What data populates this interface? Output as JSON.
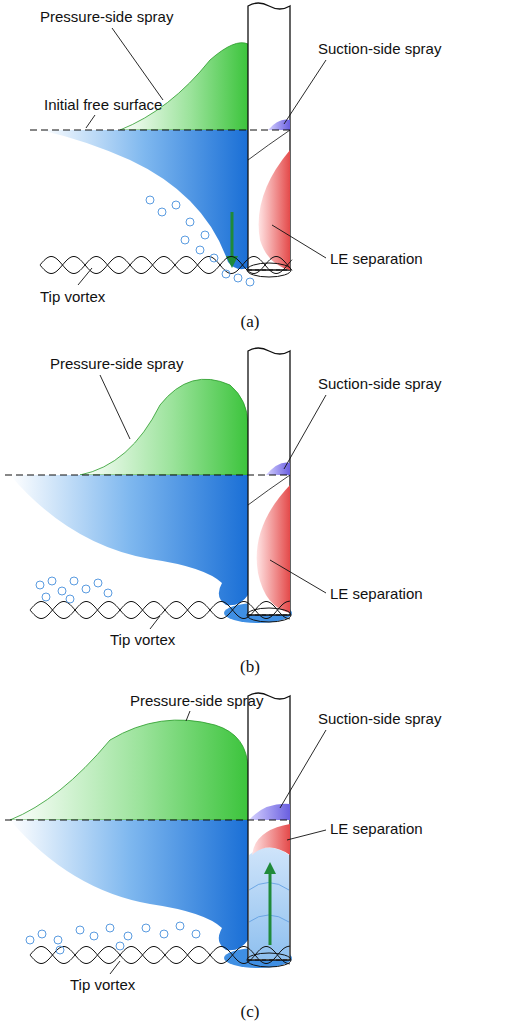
{
  "diagram": {
    "labels": [
      "Pressure-side spray",
      "Initial free surface",
      "Suction-side spray",
      "LE separation",
      "Tip vortex",
      "(a)",
      "Pressure-side spray",
      "Suction-side spray",
      "LE separation",
      "Tip vortex",
      "(b)",
      "Pressure-side spray",
      "Suction-side spray",
      "LE separation",
      "Tip vortex",
      "(c)"
    ]
  }
}
